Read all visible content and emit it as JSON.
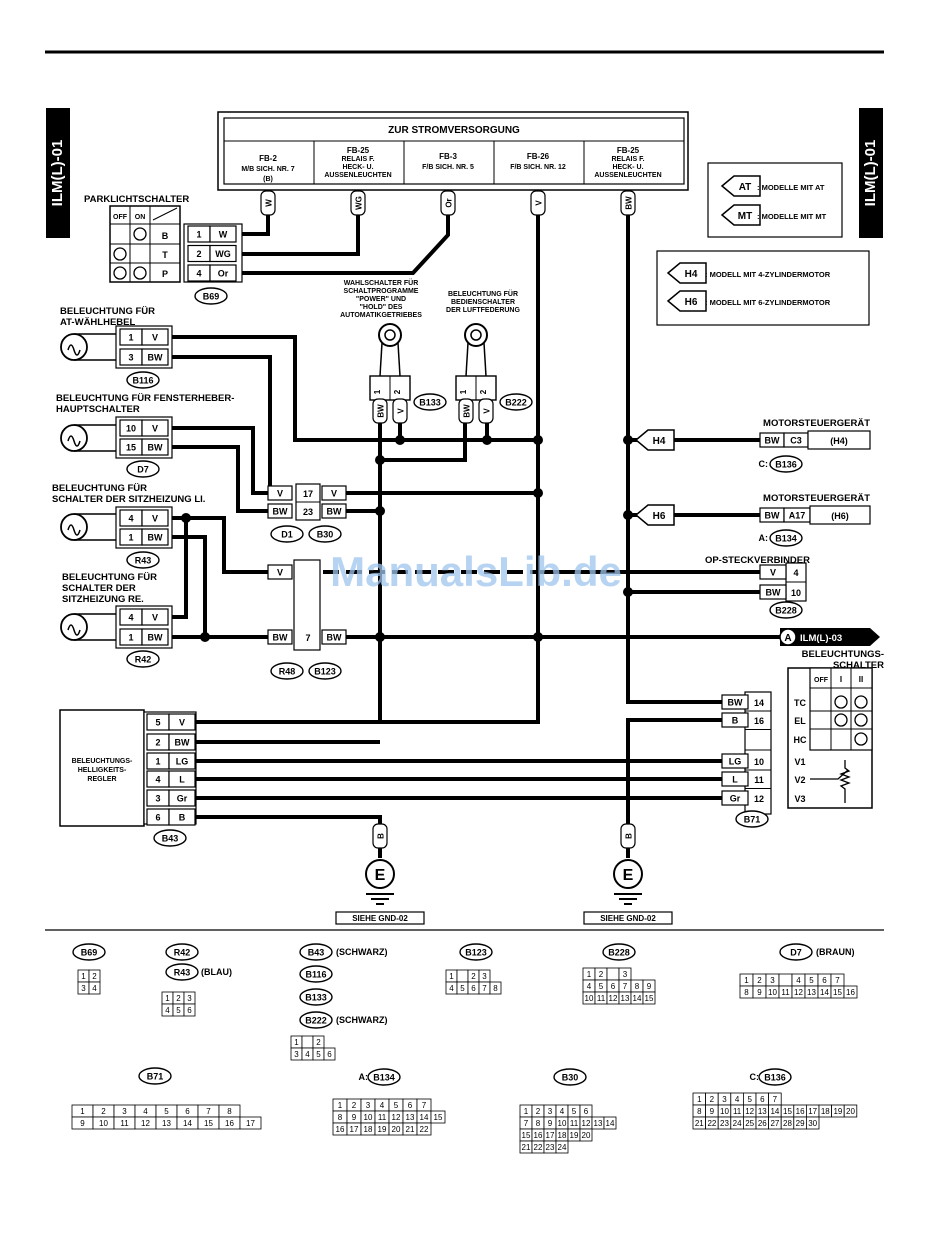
{
  "side_label": "ILM(L)-01",
  "watermark": "ManualsLib.de",
  "power": {
    "title": "ZUR STROMVERSORGUNG",
    "fuses": [
      {
        "lines": [
          "FB-2",
          "M/B SICH. NR. 7",
          "(B)"
        ]
      },
      {
        "lines": [
          "FB-25",
          "RELAIS F.",
          "HECK- U.",
          "AUSSENLEUCHTEN"
        ]
      },
      {
        "lines": [
          "FB-3",
          "F/B SICH. NR. 5"
        ]
      },
      {
        "lines": [
          "FB-26",
          "F/B SICH. NR. 12"
        ]
      },
      {
        "lines": [
          "FB-25",
          "RELAIS F.",
          "HECK- U.",
          "AUSSENLEUCHTEN"
        ]
      }
    ],
    "wires": [
      "W",
      "WG",
      "Or",
      "V",
      "BW"
    ]
  },
  "legend": {
    "at": {
      "tag": "AT",
      "text": ": MODELLE MIT AT"
    },
    "mt": {
      "tag": "MT",
      "text": ": MODELLE MIT MT"
    },
    "h4": {
      "tag": "H4",
      "text": ": MODELL MIT 4-ZYLINDERMOTOR"
    },
    "h6": {
      "tag": "H6",
      "text": ": MODELL MIT 6-ZYLINDERMOTOR"
    }
  },
  "park_switch": {
    "title": "PARKLICHTSCHALTER",
    "off": "OFF",
    "on": "ON",
    "rows": [
      "B",
      "T",
      "P"
    ],
    "pins": [
      {
        "pin": "1",
        "wire": "W"
      },
      {
        "pin": "2",
        "wire": "WG"
      },
      {
        "pin": "4",
        "wire": "Or"
      }
    ],
    "connector": "B69"
  },
  "at_lever": {
    "title": [
      "BELEUCHTUNG FÜR",
      "AT-WÄHLHEBEL"
    ],
    "pins": [
      {
        "pin": "1",
        "wire": "V"
      },
      {
        "pin": "3",
        "wire": "BW"
      }
    ],
    "connector": "B116"
  },
  "window": {
    "title": [
      "BELEUCHTUNG FÜR FENSTERHEBER-",
      "HAUPTSCHALTER"
    ],
    "pins": [
      {
        "pin": "10",
        "wire": "V"
      },
      {
        "pin": "15",
        "wire": "BW"
      }
    ],
    "connector": "D7"
  },
  "seat_left": {
    "title": [
      "BELEUCHTUNG FÜR",
      "SCHALTER DER  SITZHEIZUNG LI."
    ],
    "pins": [
      {
        "pin": "4",
        "wire": "V"
      },
      {
        "pin": "1",
        "wire": "BW"
      }
    ],
    "connector": "R43"
  },
  "seat_right": {
    "title": [
      "BELEUCHTUNG FÜR",
      "SCHALTER DER",
      "SITZHEIZUNG RE."
    ],
    "pins": [
      {
        "pin": "4",
        "wire": "V"
      },
      {
        "pin": "1",
        "wire": "BW"
      }
    ],
    "connector": "R42"
  },
  "mode_switch": {
    "title": [
      "WAHLSCHALTER FÜR",
      "SCHALTPROGRAMME",
      "\"POWER\" UND",
      "\"HOLD\" DES",
      "AUTOMATIKGETRIEBES"
    ],
    "pins": [
      "1",
      "2"
    ],
    "wires": [
      "BW",
      "V"
    ],
    "connector": "B133"
  },
  "air_switch": {
    "title": [
      "BELEUCHTUNG FÜR",
      "BEDIENSCHALTER",
      "DER LUFTFEDERUNG"
    ],
    "pins": [
      "1",
      "2"
    ],
    "wires": [
      "BW",
      "V"
    ],
    "connector": "B222"
  },
  "d1_b30": {
    "left": [
      "V",
      "BW"
    ],
    "pins": [
      "17",
      "23"
    ],
    "right": [
      "V",
      "BW"
    ],
    "connectors": [
      "D1",
      "B30"
    ]
  },
  "r48_b123": {
    "left": [
      "V",
      "BW"
    ],
    "pin": "7",
    "right": "BW",
    "connectors": [
      "R48",
      "B123"
    ]
  },
  "ecu_h4": {
    "title": "MOTORSTEUERGERÄT",
    "tag": "H4",
    "wire": "BW",
    "pin": "C3",
    "note": "(H4)",
    "prefix": "C:",
    "connector": "B136"
  },
  "ecu_h6": {
    "title": "MOTORSTEUERGERÄT",
    "tag": "H6",
    "wire": "BW",
    "pin": "A17",
    "note": "(H6)",
    "prefix": "A:",
    "connector": "B134"
  },
  "op_connector": {
    "title": "OP-STECKVERBINDER",
    "pins": [
      {
        "wire": "V",
        "pin": "4"
      },
      {
        "wire": "BW",
        "pin": "10"
      }
    ],
    "connector": "B228"
  },
  "ilm03": {
    "letter": "A",
    "label": "ILM(L)-03"
  },
  "light_switch": {
    "title": [
      "BELEUCHTUNGS-",
      "SCHALTER"
    ],
    "off": "OFF",
    "pos1": "I",
    "pos2": "II",
    "pins": [
      {
        "wire": "BW",
        "pin": "14",
        "term": "TC"
      },
      {
        "wire": "B",
        "pin": "16",
        "term": "EL"
      },
      {
        "wire": "",
        "pin": "",
        "term": "HC"
      },
      {
        "wire": "LG",
        "pin": "10",
        "term": "V1"
      },
      {
        "wire": "L",
        "pin": "11",
        "term": "V2"
      },
      {
        "wire": "Gr",
        "pin": "12",
        "term": "V3"
      }
    ],
    "connector": "B71"
  },
  "regulator": {
    "title": [
      "BELEUCHTUNGS-",
      "HELLIGKEITS-",
      "REGLER"
    ],
    "pins": [
      {
        "pin": "5",
        "wire": "V"
      },
      {
        "pin": "2",
        "wire": "BW"
      },
      {
        "pin": "1",
        "wire": "LG"
      },
      {
        "pin": "4",
        "wire": "L"
      },
      {
        "pin": "3",
        "wire": "Gr"
      },
      {
        "pin": "6",
        "wire": "B"
      }
    ],
    "connector": "B43"
  },
  "grounds": [
    {
      "wire": "B",
      "symbol": "E",
      "ref": "SIEHE GND-02"
    },
    {
      "wire": "B",
      "symbol": "E",
      "ref": "SIEHE GND-02"
    }
  ],
  "connectors": {
    "b69": {
      "name": "B69",
      "rows": [
        [
          "1",
          "2"
        ],
        [
          "3",
          "4"
        ]
      ]
    },
    "r42": {
      "name": "R42"
    },
    "r43": {
      "name": "R43",
      "note": "(BLAU)",
      "rows": [
        [
          "1",
          "2",
          "3"
        ],
        [
          "4",
          "5",
          "6"
        ]
      ]
    },
    "b43": {
      "name": "B43",
      "note": "(SCHWARZ)"
    },
    "b116": {
      "name": "B116"
    },
    "b133": {
      "name": "B133"
    },
    "b222": {
      "name": "B222",
      "note": "(SCHWARZ)",
      "rows": [
        [
          "1",
          "",
          "2"
        ],
        [
          "3",
          "4",
          "5",
          "6"
        ]
      ]
    },
    "b123": {
      "name": "B123",
      "rows": [
        [
          "1",
          "",
          "2",
          "3"
        ],
        [
          "4",
          "5",
          "6",
          "7",
          "8"
        ]
      ]
    },
    "b228": {
      "name": "B228",
      "rows": [
        [
          "1",
          "2",
          "",
          "3"
        ],
        [
          "4",
          "5",
          "6",
          "7",
          "8",
          "9"
        ],
        [
          "10",
          "11",
          "12",
          "13",
          "14",
          "15"
        ]
      ]
    },
    "d7": {
      "name": "D7",
      "note": "(BRAUN)",
      "rows": [
        [
          "1",
          "2",
          "3",
          "",
          "4",
          "5",
          "6",
          "7"
        ],
        [
          "8",
          "9",
          "10",
          "11",
          "12",
          "13",
          "14",
          "15",
          "16"
        ]
      ]
    },
    "b71": {
      "name": "B71",
      "rows": [
        [
          "1",
          "2",
          "3",
          "4",
          "5",
          "6",
          "7",
          "8"
        ],
        [
          "9",
          "10",
          "11",
          "12",
          "13",
          "14",
          "15",
          "16",
          "17"
        ]
      ]
    },
    "b134": {
      "name": "B134",
      "prefix": "A:",
      "rows": [
        [
          "1",
          "2",
          "3",
          "4",
          "5",
          "6",
          "7"
        ],
        [
          "8",
          "9",
          "10",
          "11",
          "12",
          "13",
          "14",
          "15"
        ],
        [
          "16",
          "17",
          "18",
          "19",
          "20",
          "21",
          "22"
        ]
      ]
    },
    "b30": {
      "name": "B30",
      "rows": [
        [
          "1",
          "2",
          "3",
          "4",
          "5",
          "6"
        ],
        [
          "7",
          "8",
          "9",
          "10",
          "11",
          "12",
          "13",
          "14"
        ],
        [
          "15",
          "16",
          "17",
          "18",
          "19",
          "20"
        ],
        [
          "21",
          "22",
          "23",
          "24"
        ]
      ]
    },
    "b136": {
      "name": "B136",
      "prefix": "C:",
      "rows": [
        [
          "1",
          "2",
          "3",
          "4",
          "5",
          "6",
          "7"
        ],
        [
          "8",
          "9",
          "10",
          "11",
          "12",
          "13",
          "14",
          "15",
          "16",
          "17",
          "18",
          "19",
          "20"
        ],
        [
          "21",
          "22",
          "23",
          "24",
          "25",
          "26",
          "27",
          "28",
          "29",
          "30"
        ]
      ]
    }
  }
}
